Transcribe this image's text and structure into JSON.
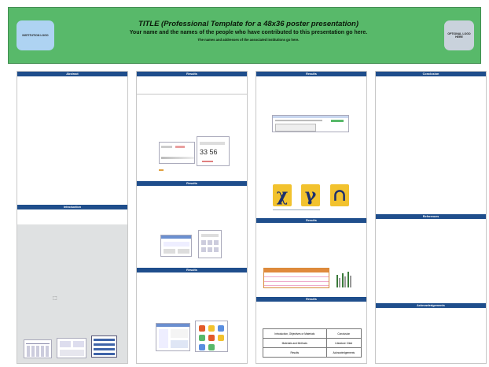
{
  "header": {
    "title": "TITLE (Professional Template for a 48x36 poster presentation)",
    "authors": "Your name and the names of the people who have contributed to this presentation go here.",
    "institutions": "The names and addresses of the associated institutions go here.",
    "left_logo_text": "INSTITUTION LOGO",
    "right_logo_text": "OPTIONAL LOGO HERE"
  },
  "sections": {
    "abstract": "Abstract",
    "introduction": "Introduction",
    "results_1": "Results",
    "results_2": "Results",
    "results_3": "Results",
    "results_4": "Results",
    "results_5": "Results",
    "results_6": "Results",
    "conclusion": "Conclusion",
    "references": "References",
    "acknowledgements": "Acknowledgements"
  },
  "figures": {
    "value_panel_number": "33 56",
    "tile_glyphs": [
      "χ",
      "γ",
      "∩"
    ]
  },
  "layout_table": {
    "rows": [
      [
        "Introduction, Objectives or Materials",
        "Conclusion"
      ],
      [
        "Materials and Methods",
        "Literature Cited"
      ],
      [
        "Results",
        "Acknowledgements"
      ]
    ]
  },
  "colors": {
    "banner": "#58b96a",
    "section_header": "#1f4e8c",
    "tile": "#f2c22e"
  }
}
